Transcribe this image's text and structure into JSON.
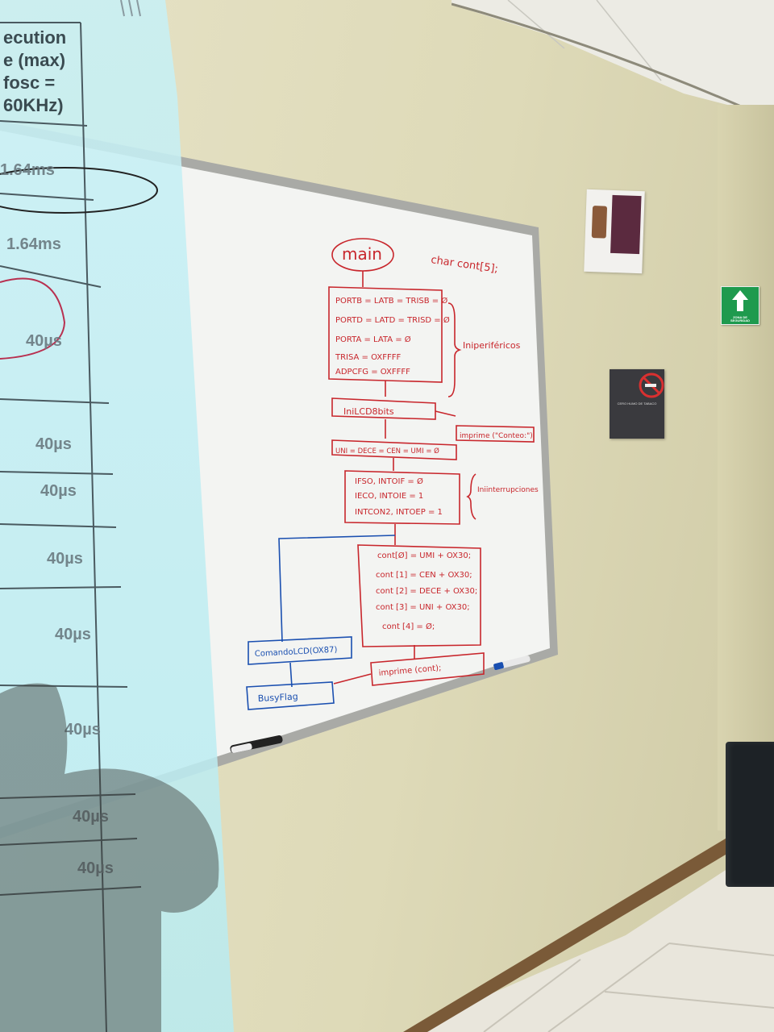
{
  "projection": {
    "header": [
      "ecution",
      "e (max)",
      "fosc =",
      "60KHz)"
    ],
    "cells": [
      "1.64ms",
      "1.64ms",
      "40µs",
      "40µs",
      "40µs",
      "40µs",
      "40µs",
      "40µs",
      "40µs",
      "40µs"
    ]
  },
  "whiteboard": {
    "start": "main",
    "declaration": "char cont[5];",
    "init_block": [
      "PORTB = LATB = TRISB = Ø",
      "PORTD = LATD = TRISD = Ø",
      "PORTA = LATA = Ø",
      "TRISA = OXFFFF",
      "ADPCFG = OXFFFF"
    ],
    "init_note": "Iniperiféricos",
    "lcd_init": "IniLCD8bits",
    "print_header": "imprime (\"Conteo:\")",
    "counters_reset": "UNI = DECE = CEN = UMI = Ø",
    "interrupt_block": [
      "IFSO, INTOIF = Ø",
      "IECO, INTOIE = 1",
      "INTCON2, INTOEP = 1"
    ],
    "interrupt_note": "Iniinterrupciones",
    "cont_block": [
      "cont[Ø] = UMI + OX30;",
      "cont [1] = CEN + OX30;",
      "cont [2] = DECE + OX30;",
      "cont [3] = UNI + OX30;",
      "cont [4] = Ø;"
    ],
    "print_cont": "imprime (cont);",
    "lcd_command": "ComandoLCD(OX87)",
    "busy_flag": "BusyFlag"
  },
  "colors": {
    "red_marker": "#c8262c",
    "blue_marker": "#1a4fb0"
  },
  "wall_signs": {
    "exit_sign": "ZONA DE SEGURIDAD",
    "no_smoking": "CERO HUMO DE TABACO"
  }
}
